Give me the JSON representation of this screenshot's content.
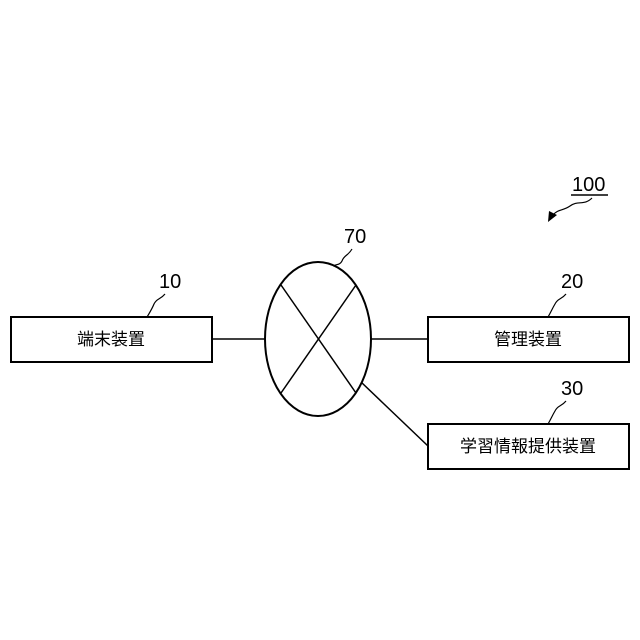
{
  "system_ref": "100",
  "network": {
    "ref": "70"
  },
  "terminal": {
    "ref": "10",
    "label": "端末装置"
  },
  "manager": {
    "ref": "20",
    "label": "管理装置"
  },
  "provider": {
    "ref": "30",
    "label": "学習情報提供装置"
  }
}
